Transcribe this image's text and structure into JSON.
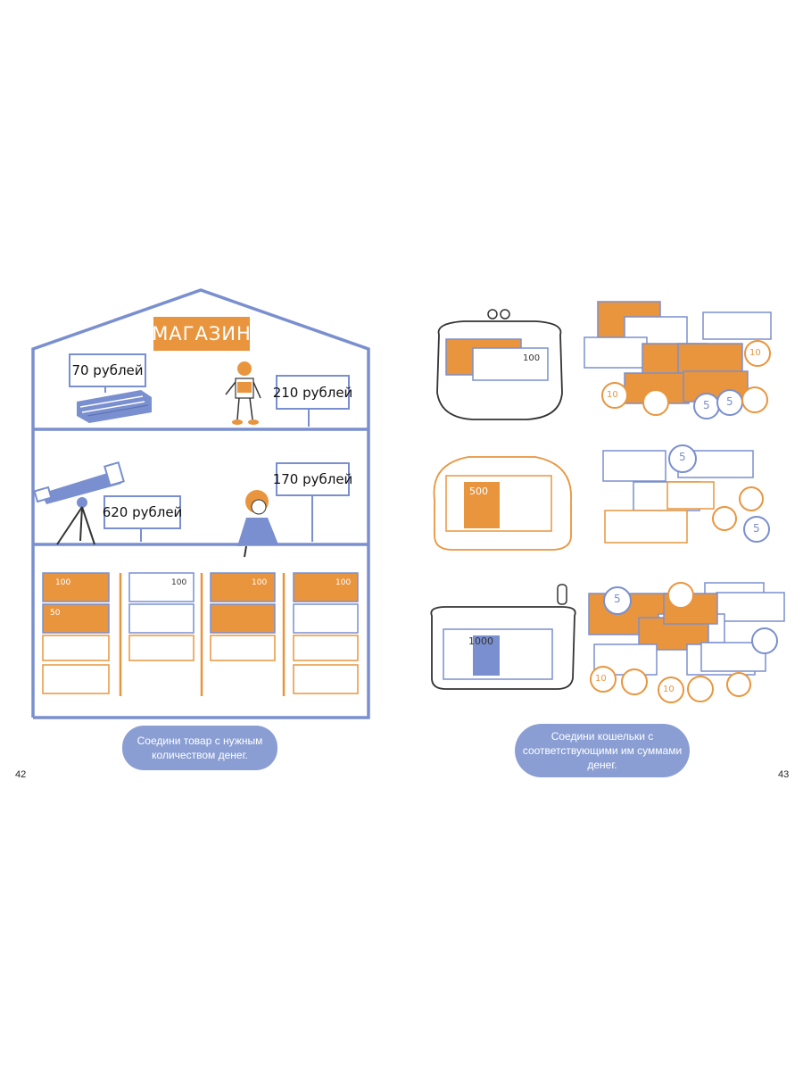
{
  "colors": {
    "blue": "#7a8fcf",
    "orange": "#e9953e",
    "pill": "#8a9ed3"
  },
  "left_page": {
    "page_number": "42",
    "shop_sign": "МАГАЗИН",
    "prices": [
      "70 рублей",
      "210 рублей",
      "620 рублей",
      "170 рублей"
    ],
    "items": [
      "book-icon",
      "robot-icon",
      "telescope-icon",
      "doll-icon"
    ],
    "instruction": "Соедини товар с нужным количеством денег."
  },
  "right_page": {
    "page_number": "43",
    "purses": [
      "purse-icon",
      "purse-icon",
      "pencil-case-icon"
    ],
    "purse_notes": [
      "100",
      "500",
      "1000"
    ],
    "instruction": "Соедини кошельки с соответствующими им суммами денег."
  },
  "money_labels": {
    "hundred": "100",
    "fifty": "50",
    "ten": "10",
    "five": "5"
  }
}
